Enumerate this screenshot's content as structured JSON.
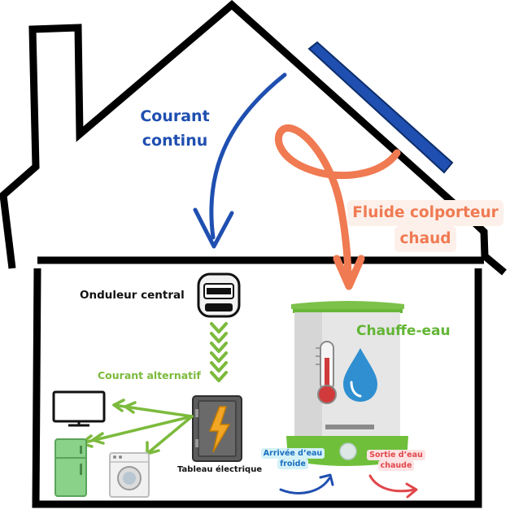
{
  "labels": {
    "direct_current": "Courant continu",
    "direct_current_line1": "Courant",
    "direct_current_line2": "continu",
    "heat_transfer_fluid": "Fluide colporteur chaud",
    "heat_transfer_fluid_line1": "Fluide colporteur",
    "heat_transfer_fluid_line2": "chaud",
    "central_inverter": "Onduleur central",
    "alternating_current": "Courant alternatif",
    "water_heater": "Chauffe-eau",
    "electrical_panel": "Tableau électrique",
    "cold_water_inlet": "Arrivée d’eau froide",
    "cold_water_inlet_line1": "Arrivée d’eau",
    "cold_water_inlet_line2": "froide",
    "hot_water_outlet": "Sortie d’eau chaude",
    "hot_water_outlet_line1": "Sortie d’eau",
    "hot_water_outlet_line2": "chaude"
  },
  "colors": {
    "house_outline": "#000000",
    "solar_panel": "#1f4fb0",
    "direct_current": "#1f4fb0",
    "fluid": "#f07a52",
    "alternating_current": "#7cba3c",
    "water_heater": "#62b535",
    "cold_water": "#1a6ec0",
    "hot_water": "#e0474b"
  }
}
